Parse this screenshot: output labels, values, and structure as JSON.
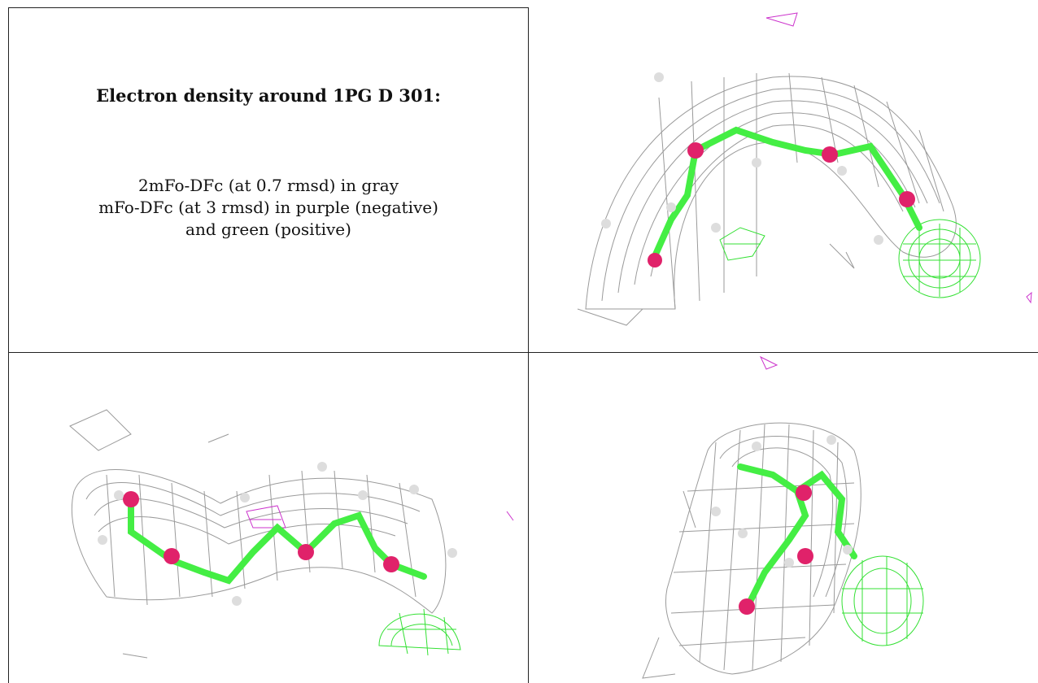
{
  "caption": {
    "title": "Electron density around 1PG D 301:",
    "lines": [
      "2mFo-DFc (at 0.7 rmsd) in gray",
      "mFo-DFc (at 3 rmsd) in purple (negative)",
      "and green (positive)"
    ]
  },
  "colors": {
    "map_2fofc": "#9a9a9a",
    "map_fofc_negative": "#cc33cc",
    "map_fofc_positive": "#33e033",
    "carbon": "#44ee44",
    "oxygen": "#e0226a",
    "hydrogen": "#dddddd"
  },
  "views": [
    "view-1",
    "view-2",
    "view-3"
  ]
}
